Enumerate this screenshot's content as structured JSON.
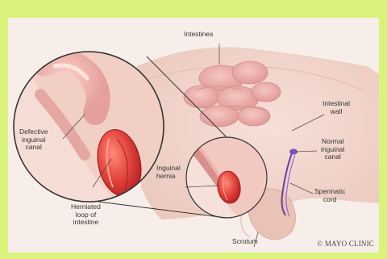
{
  "labels": {
    "intestines": "Intestines",
    "intestinal_wall": "Intestinal\nwall",
    "normal_inguinal_canal": "Normal\ninguinal\ncanal",
    "spermatic_cord": "Spermatic\ncord",
    "defective_inguinal_canal": "Defective\ninguinal\ncanal",
    "inguinal_hernia": "Inguinal\nhernia",
    "herniated_loop": "Herniated\nloop of\nintestine",
    "scrotum": "Scrotum"
  },
  "credit": "© MAYO CLINIC",
  "colors": {
    "page_border": "#d9f37a",
    "background": "#f7eeea",
    "skin": "#f0d3c9",
    "intestine": "#e7a9a6",
    "hernia": "#d9383a",
    "cord": "#6b3fa0"
  }
}
